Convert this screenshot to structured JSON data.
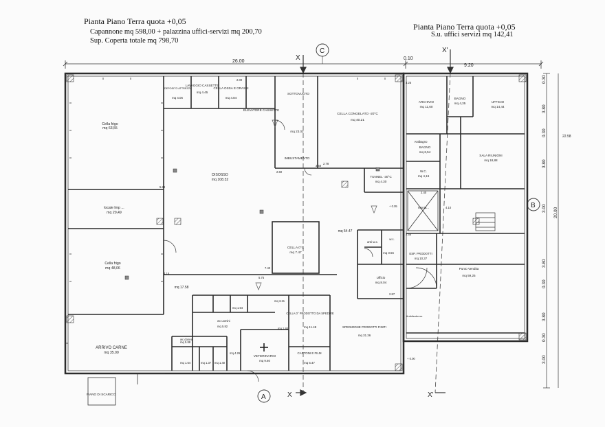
{
  "header_left": {
    "title": "Pianta Piano Terra quota +0,05",
    "line1": "Capannone mq 598,00 + palazzina uffici-servizi mq 200,70",
    "line2": "Sup. Coperta totale mq 798,70"
  },
  "header_right": {
    "title": "Pianta Piano Terra quota +0,05",
    "line1": "S.u. uffici servizi mq 142,41"
  },
  "axes": {
    "c": "C",
    "b": "B",
    "a": "A",
    "x_top": "X",
    "x_top_right": "X'",
    "x_bottom": "X",
    "x_bottom_right": "X'"
  },
  "dimensions": {
    "total_width": "26.00",
    "d_010": "0.10",
    "d_920": "9.20",
    "depth": "20.00",
    "d_2258": "22.58",
    "right_chain": [
      "0.30",
      "3.80",
      "0.30",
      "3.80",
      "3.00",
      "3.80",
      "0.30",
      "3.80",
      "0.30",
      "3.00"
    ]
  },
  "rooms": {
    "cella_frigo_1": {
      "name": "Cella frigo",
      "area": "mq 63,55"
    },
    "locale_imp": {
      "name": "locale Imp ... ",
      "area": "mq 20,49"
    },
    "cella_frigo_2": {
      "name": "Cella frigo",
      "area": "mq 48,06"
    },
    "arrivo_carne": {
      "name": "ARRIVO CARNE",
      "area": "mq 35.00"
    },
    "disosso": {
      "name": "DISOSSO",
      "area": "mq 108.32"
    },
    "lavaggio": {
      "name": "LAVAGGIO CASSETTE",
      "area": "mq 4.45"
    },
    "cella_ossa": {
      "name": "CELLA OSSA E GRASSI",
      "area": "mq 4.84"
    },
    "deposito": {
      "name": "DEPOSITO ATTREZZI",
      "area": "mq 4.06"
    },
    "elevatore": {
      "name": "ELEVATORE CASSETTE"
    },
    "sottovuoto": {
      "name": "SOTTOVUOTO",
      "area": "mq 23.02"
    },
    "imbustamento": {
      "name": "IMBUSTAMENTO"
    },
    "cella_congelato": {
      "name": "CELLA CONGELATO -20°C",
      "area": "mq 40.21"
    },
    "tunnel": {
      "name": "TUNNEL -30°C",
      "area": "mq 4.30"
    },
    "cella_0c": {
      "name": "CELLA 0°C",
      "area": "mq 7.47"
    },
    "corridor": {
      "area": "mq 54.47"
    },
    "disimpegno": {
      "area": "mq 17.58"
    },
    "anti_wc": {
      "name": "anti-w.c.",
      "area": "mq 3.56"
    },
    "wc_small": {
      "name": "w.c."
    },
    "ufficio_small": {
      "name": "Ufficio",
      "area": "mq 8.04"
    },
    "cella_prodotto": {
      "name": "CELLA 0° PRODOTTO DA SPEDIRE",
      "area": "mq 41.48"
    },
    "spedizione": {
      "name": "SPEDIZIONE PRODOTTI FINITI",
      "area": "mq 31.36"
    },
    "cartoni": {
      "name": "CARTONI E FILM",
      "area": "mq 5.47"
    },
    "veterinario": {
      "name": "VETERINARIO",
      "area": "mq 9.60"
    },
    "archivio": {
      "name": "ARCHIVIO",
      "area": "mq 11,60"
    },
    "bagno_1": {
      "name": "BAGNO",
      "area": "mq 4,35"
    },
    "ufficio_right": {
      "name": "UFFICIO",
      "area": "mq 14,44"
    },
    "antibagno": {
      "name": "Antibagno"
    },
    "bagno_2": {
      "name": "BAGNO",
      "area": "mq 6,54"
    },
    "sala_riunioni": {
      "name": "SALA RIUNIONI",
      "area": "mq 18,88"
    },
    "wc_right": {
      "name": "W.C.",
      "area": "mq 4,16"
    },
    "monta": {
      "name": "Monta..."
    },
    "esp_prodotti": {
      "name": "ESP. PRODOTTI",
      "area": "mq 10,37"
    },
    "punto_vendita": {
      "name": "Punto Vendita",
      "area": "mq 59,25"
    },
    "antidisb": {
      "name": "Antidisobrem."
    },
    "piano_scarico": {
      "name": "PIANO DI SCARICO"
    }
  },
  "small_labels": {
    "d_588": "5.88",
    "d_260": "2.60",
    "d_415": "4.15",
    "d_575": "5.75",
    "d_278": "2.78",
    "d_740": "7.40",
    "d_240": "2.40",
    "d_350": "3.50",
    "d_325": "3.25",
    "d_200": "2.00",
    "d_255": "2.55",
    "d_410": "4.10",
    "d_287": "2.87",
    "plus_005": "+ 0.05",
    "plus_000": "+ 0.00",
    "mq_321": "mq 3.21",
    "mq_588": "mq 5.88",
    "mq_164": "mq 1.64",
    "mq_137": "mq 1.37",
    "mq_140": "mq 1.40",
    "mq_426": "mq 4.26",
    "mq_382": "mq 5.82",
    "mq_154": "mq 1.54",
    "mq_184": "mq 1.84",
    "w_donne": "wc donne",
    "w_uomini": "wc uomini"
  },
  "colors": {
    "line": "#2b2b2b",
    "hatch": "#555555",
    "paper": "#fbfbfb"
  }
}
